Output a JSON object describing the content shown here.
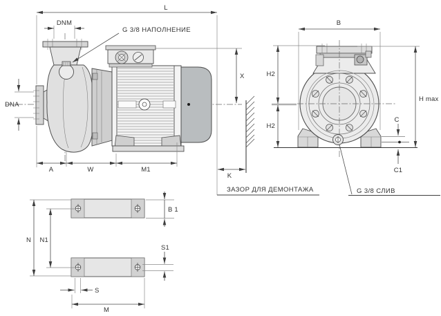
{
  "diagram": {
    "background": "#ffffff",
    "colors": {
      "line": "#4d4d4d",
      "dimension_line": "#4a4a4a",
      "extension_line": "#8a8a8a",
      "fill_light": "#ececec",
      "fill_mid": "#d5d5d5",
      "fill_dark": "#b9bdbf",
      "text": "#333333"
    },
    "side_view": {
      "dims": {
        "L": "L",
        "DNM": "DNM",
        "DNA": "DNA",
        "A": "A",
        "W": "W",
        "M1": "M1",
        "X": "X",
        "K": "K"
      },
      "callouts": {
        "fill_port": "G 3/8 НАПОЛНЕНИЕ",
        "dismantle_clearance": "ЗАЗОР ДЛЯ ДЕМОНТАЖА"
      }
    },
    "front_view": {
      "dims": {
        "B": "B",
        "H2_upper": "H2",
        "H2_lower": "H2",
        "H_max": "H max",
        "C": "C",
        "C1": "C1"
      },
      "callouts": {
        "drain_port": "G 3/8  СЛИВ"
      }
    },
    "base_plan_view": {
      "dims": {
        "N": "N",
        "N1": "N1",
        "B1": "B 1",
        "S1": "S1",
        "S": "S",
        "M": "M"
      }
    }
  }
}
